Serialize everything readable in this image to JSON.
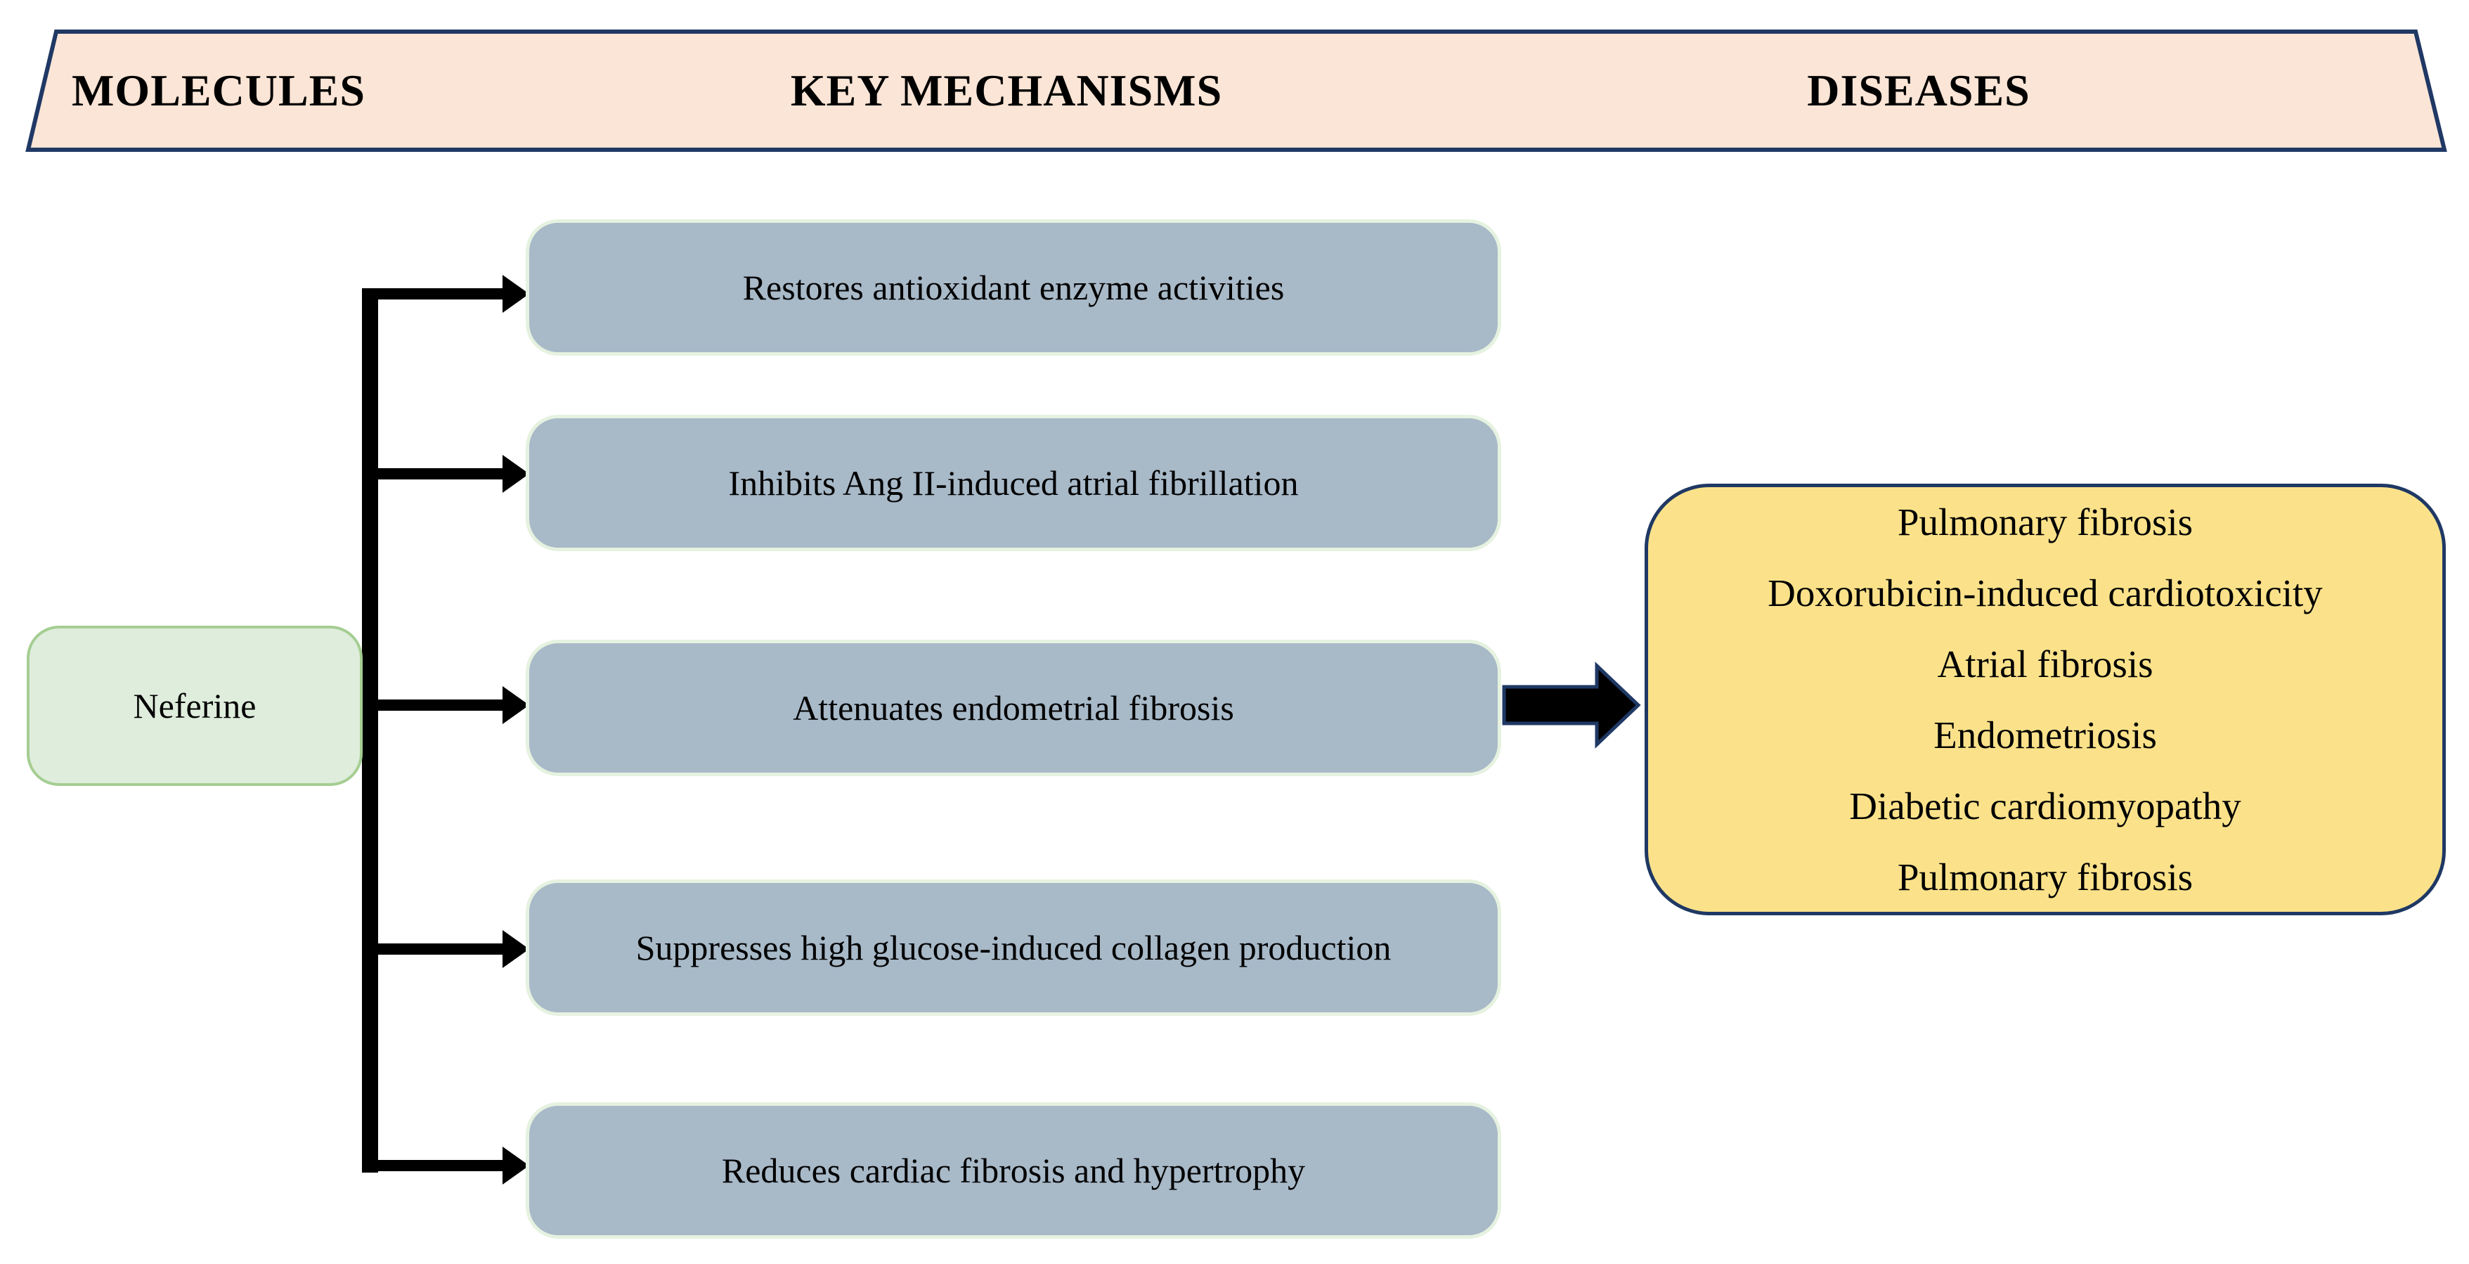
{
  "diagram": {
    "header": {
      "columns": [
        {
          "label": "MOLECULES"
        },
        {
          "label": "KEY MECHANISMS"
        },
        {
          "label": "DISEASES"
        }
      ]
    },
    "molecule": {
      "label": "Neferine"
    },
    "mechanisms": [
      {
        "label": "Restores antioxidant enzyme activities"
      },
      {
        "label": "Inhibits Ang II-induced atrial fibrillation"
      },
      {
        "label": "Attenuates endometrial fibrosis"
      },
      {
        "label": "Suppresses high glucose-induced collagen production"
      },
      {
        "label": "Reduces cardiac fibrosis and hypertrophy"
      }
    ],
    "diseases": {
      "lines": [
        "Pulmonary fibrosis",
        "Doxorubicin-induced cardiotoxicity",
        "Atrial fibrosis",
        "Endometriosis",
        "Diabetic cardiomyopathy",
        "Pulmonary fibrosis"
      ]
    },
    "icons": {
      "branch_arrows": "arrow-right-icon",
      "flow_arrow": "block-arrow-right-icon"
    },
    "colors": {
      "banner_fill": "#FBE5D6",
      "banner_border": "#203864",
      "molecule_fill": "#DFEDDC",
      "molecule_border": "#A5CE92",
      "mechanism_fill": "#A8B9C8",
      "mechanism_border": "#E6F2E0",
      "disease_fill": "#FBE28A",
      "disease_border": "#1F3864",
      "connector": "#000000",
      "text": "#000000"
    }
  }
}
